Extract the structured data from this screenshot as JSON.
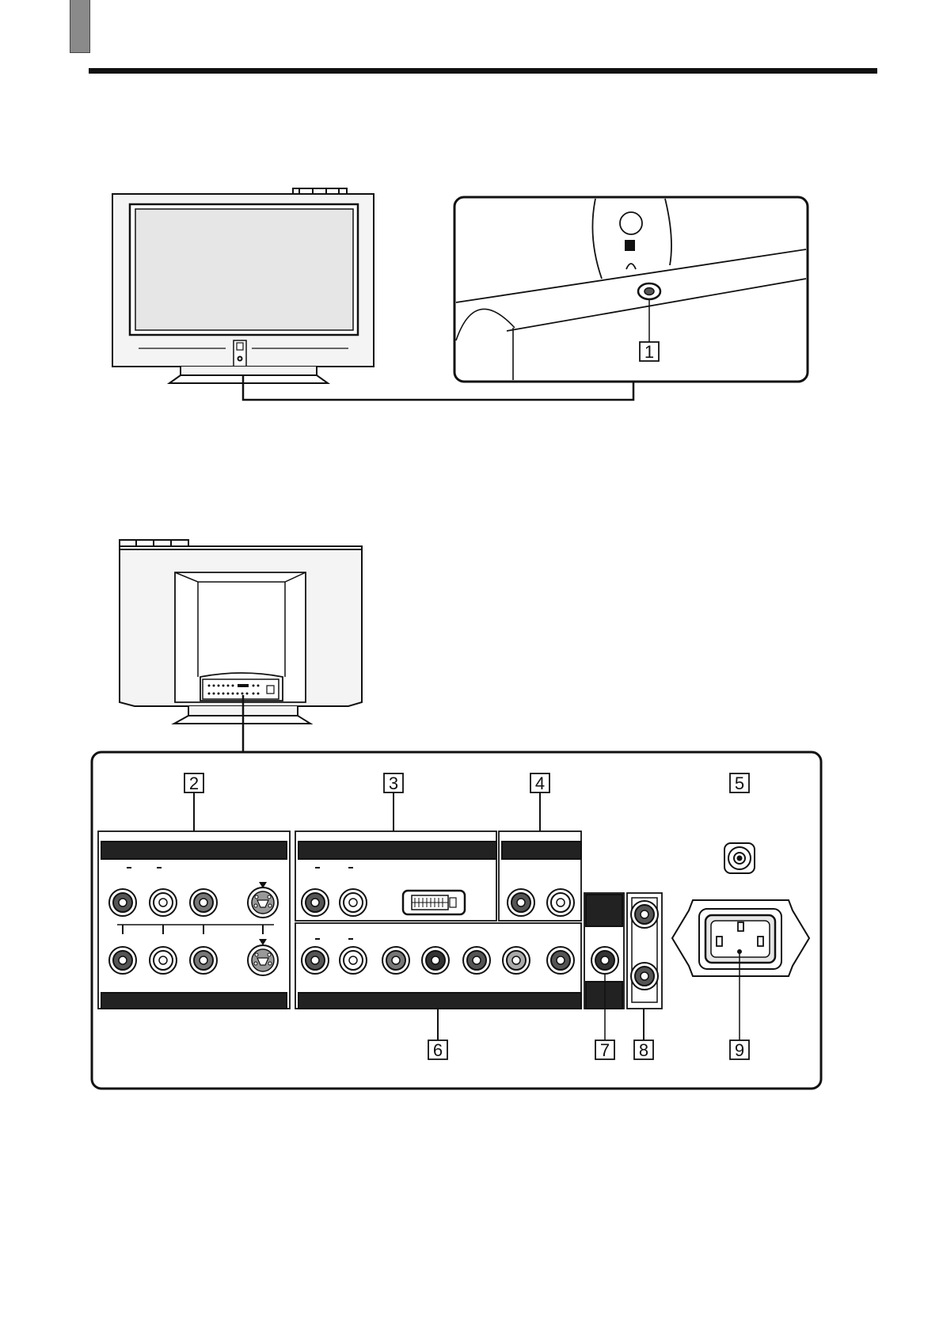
{
  "callouts": {
    "c1": "1",
    "c2": "2",
    "c3": "3",
    "c4": "4",
    "c5": "5",
    "c6": "6",
    "c7": "7",
    "c8": "8",
    "c9": "9"
  },
  "colors": {
    "ink": "#111111",
    "screen": "#e6e6e6",
    "cabinet": "#f4f4f4",
    "panel_dark": "#222222",
    "jack_dark": "#555555",
    "tab_marker": "#8a8a8a"
  },
  "icons": {
    "ir_sensor": "ir-sensor-icon",
    "headphones": "headphones-icon",
    "svideo": "svideo-jack-icon",
    "dvi": "dvi-connector-icon",
    "antenna": "antenna-jack-icon",
    "power": "ac-inlet-icon"
  }
}
